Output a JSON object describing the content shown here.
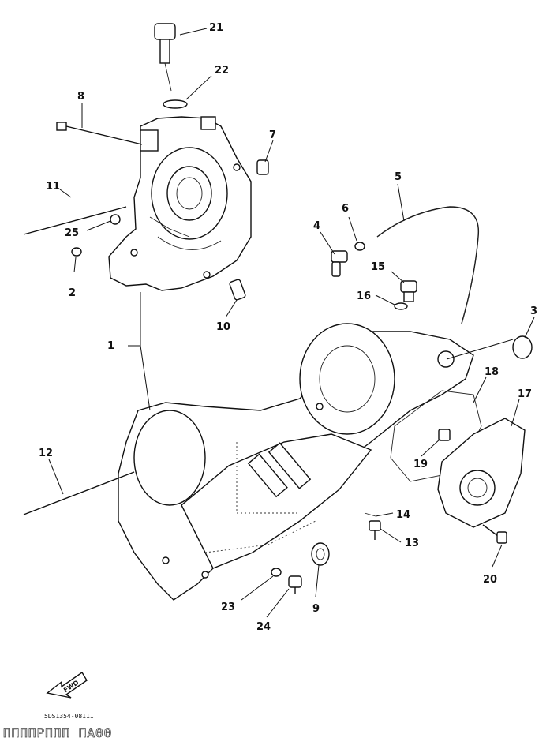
{
  "callouts": [
    {
      "id": "1",
      "label": "1"
    },
    {
      "id": "2",
      "label": "2"
    },
    {
      "id": "3",
      "label": "3"
    },
    {
      "id": "4",
      "label": "4"
    },
    {
      "id": "5",
      "label": "5"
    },
    {
      "id": "6",
      "label": "6"
    },
    {
      "id": "7",
      "label": "7"
    },
    {
      "id": "8",
      "label": "8"
    },
    {
      "id": "9",
      "label": "9"
    },
    {
      "id": "10",
      "label": "10"
    },
    {
      "id": "11",
      "label": "11"
    },
    {
      "id": "12",
      "label": "12"
    },
    {
      "id": "13",
      "label": "13"
    },
    {
      "id": "14",
      "label": "14"
    },
    {
      "id": "15",
      "label": "15"
    },
    {
      "id": "16",
      "label": "16"
    },
    {
      "id": "17",
      "label": "17"
    },
    {
      "id": "18",
      "label": "18"
    },
    {
      "id": "19",
      "label": "19"
    },
    {
      "id": "20",
      "label": "20"
    },
    {
      "id": "21",
      "label": "21"
    },
    {
      "id": "22",
      "label": "22"
    },
    {
      "id": "23",
      "label": "23"
    },
    {
      "id": "24",
      "label": "24"
    },
    {
      "id": "25",
      "label": "25"
    }
  ],
  "fwd_label": "FWD",
  "diagram_code": "5DS1354-08111",
  "footer_text": "ΠΠΠΠΡΠΠΠ ΠΑΘΘ"
}
